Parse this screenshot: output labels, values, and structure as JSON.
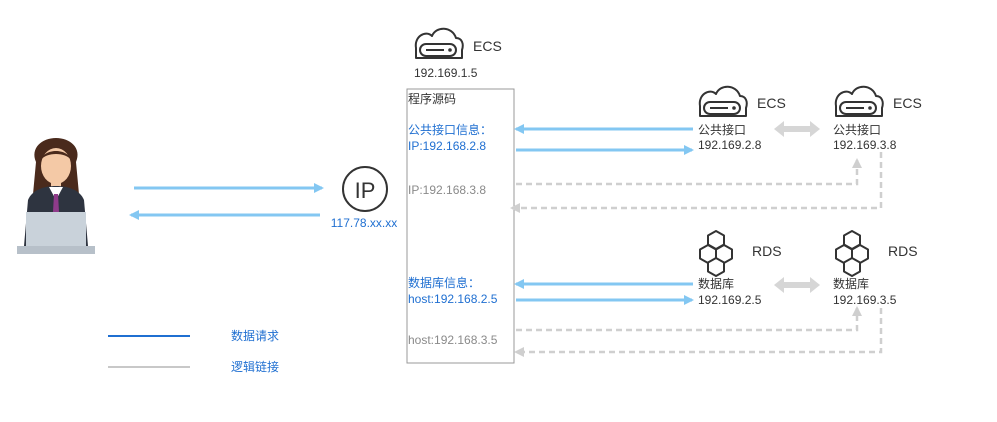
{
  "colors": {
    "blue_arrow": "#83c7f2",
    "blue_text": "#1f6fd1",
    "gray_dash": "#cfcfcf",
    "gray_text": "#8a8a8a",
    "dark_text": "#333333",
    "line_legend_blue": "#1f6fd1",
    "line_legend_gray": "#c8c8c8",
    "icon_stroke": "#333333",
    "user_suit": "#2e3440",
    "user_skin": "#f4c9a6",
    "user_hair": "#4a2a1c",
    "laptop": "#c9d2da",
    "swap_arrow": "#d6d6d6"
  },
  "top_ecs": {
    "label": "ECS",
    "ip": "192.169.1.5"
  },
  "source_box": {
    "title": "程序源码",
    "api_info_label": "公共接口信息：",
    "api_ip": "IP:192.168.2.8",
    "api_ip_alt": "IP:192.168.3.8",
    "db_info_label": "数据库信息：",
    "db_host": "host:192.168.2.5",
    "db_host_alt": "host:192.168.3.5"
  },
  "ip_node": {
    "icon_text": "IP",
    "address": "117.78.xx.xx"
  },
  "ecs_a": {
    "label": "ECS",
    "name": "公共接口",
    "ip": "192.169.2.8"
  },
  "ecs_b": {
    "label": "ECS",
    "name": "公共接口",
    "ip": "192.169.3.8"
  },
  "rds_a": {
    "label": "RDS",
    "name": "数据库",
    "ip": "192.169.2.5"
  },
  "rds_b": {
    "label": "RDS",
    "name": "数据库",
    "ip": "192.169.3.5"
  },
  "legend": {
    "request_label": "数据请求",
    "logic_label": "逻辑链接"
  },
  "icons": [
    "user-icon",
    "ip-icon",
    "cloud-server-icon",
    "database-cluster-icon",
    "swap-arrow-icon"
  ]
}
